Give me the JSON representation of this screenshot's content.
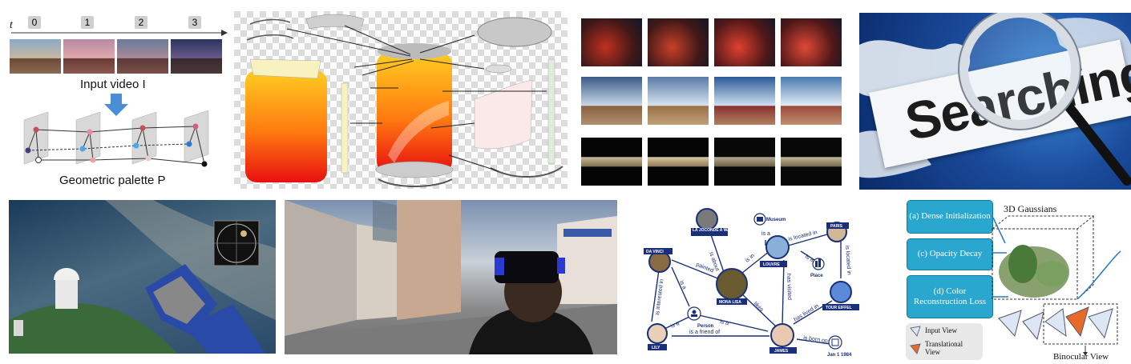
{
  "palette_panel": {
    "time_symbol": "t",
    "time_steps": [
      "0",
      "1",
      "2",
      "3"
    ],
    "video_label": "Input video I",
    "palette_label": "Geometric palette P"
  },
  "search_panel": {
    "word": "Searching..."
  },
  "knowledge_graph": {
    "nodes": {
      "joconde": "LA JOCONDE A WASHINGTON",
      "museum": "Museum",
      "paris": "PARIS",
      "da_vinci": "DA VINCI",
      "louvre": "LOUVRE",
      "place": "Place",
      "mona_lisa": "MONA LISA",
      "person": "Person",
      "tour_eiffel": "TOUR EIFFEL",
      "lily": "LILY",
      "james": "JAMES",
      "date": "Jan 1 1984"
    },
    "edges": {
      "is_about": "is about",
      "is_a_museum": "is a",
      "is_located_in": "is located in",
      "painted": "painted",
      "is_in": "is in",
      "is_a_place": "is a",
      "is_interested_in": "is interested in",
      "is_a_dv": "is a",
      "has_visited": "has visited",
      "likes": "likes",
      "is_located_in_2": "is located in",
      "is_a_lily": "is a",
      "is_a_james": "is a",
      "has_lived_in": "has lived in",
      "is_a_friend_of": "is a friend of",
      "is_born_on": "is born on"
    }
  },
  "gaussian_panel": {
    "box1": "(a) Dense Initialization",
    "box2": "(c) Opacity Decay",
    "box3": "(d) Color Reconstruction Loss",
    "title": "3D Gaussians",
    "legend_input": "Input View",
    "legend_translational": "Translational View",
    "binocular": "Binocular View"
  },
  "colors": {
    "kg_blue": "#1a2f7a",
    "gs_box": "#2aa7cf",
    "arrow_blue": "#3c8ee8"
  }
}
